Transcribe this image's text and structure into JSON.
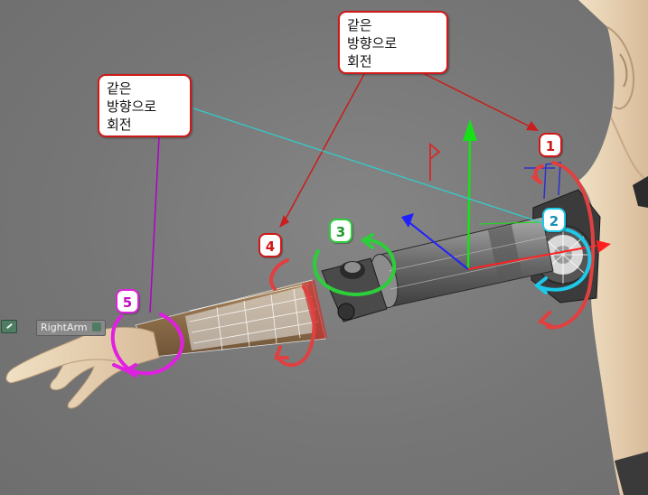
{
  "callouts": {
    "top": {
      "text": "같은\n방향으로\n회전"
    },
    "left": {
      "text": "같은\n방향으로\n회전"
    }
  },
  "badges": [
    "1",
    "2",
    "3",
    "4",
    "5"
  ],
  "node_label": {
    "text": "RightArm"
  },
  "colors": {
    "viewport_bg": "#777777",
    "callout_border": "#d01818",
    "rotate_red": "#e04040",
    "rotate_cyan": "#1ec8e8",
    "rotate_green": "#2ccf3a",
    "rotate_magenta": "#e020e0",
    "leader_cyan": "#33cccc",
    "leader_magenta": "#b000c8",
    "axis_x": "#ff2020",
    "axis_y": "#18e018",
    "axis_z": "#2020ff"
  }
}
